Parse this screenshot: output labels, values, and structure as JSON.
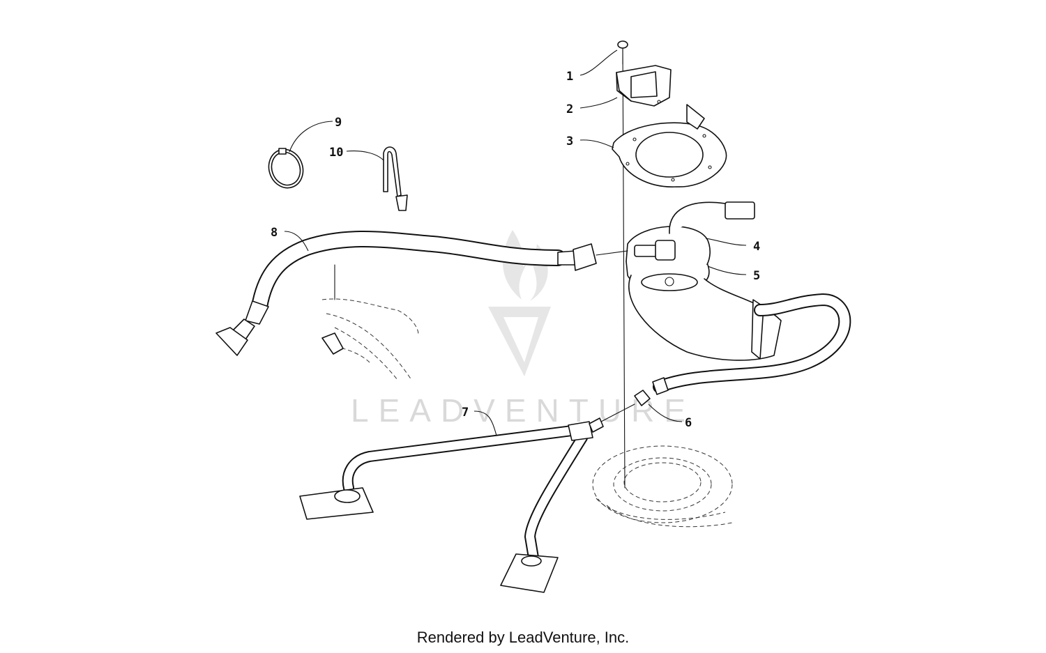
{
  "callouts": [
    {
      "label": "1"
    },
    {
      "label": "2"
    },
    {
      "label": "3"
    },
    {
      "label": "4"
    },
    {
      "label": "5"
    },
    {
      "label": "6"
    },
    {
      "label": "7"
    },
    {
      "label": "8"
    },
    {
      "label": "9"
    },
    {
      "label": "10"
    }
  ],
  "watermark": "LEADVENTURE",
  "footer": "Rendered by LeadVenture, Inc.",
  "colors": {
    "line": "#111111",
    "watermark": "#d9d9d9",
    "background": "#ffffff"
  }
}
